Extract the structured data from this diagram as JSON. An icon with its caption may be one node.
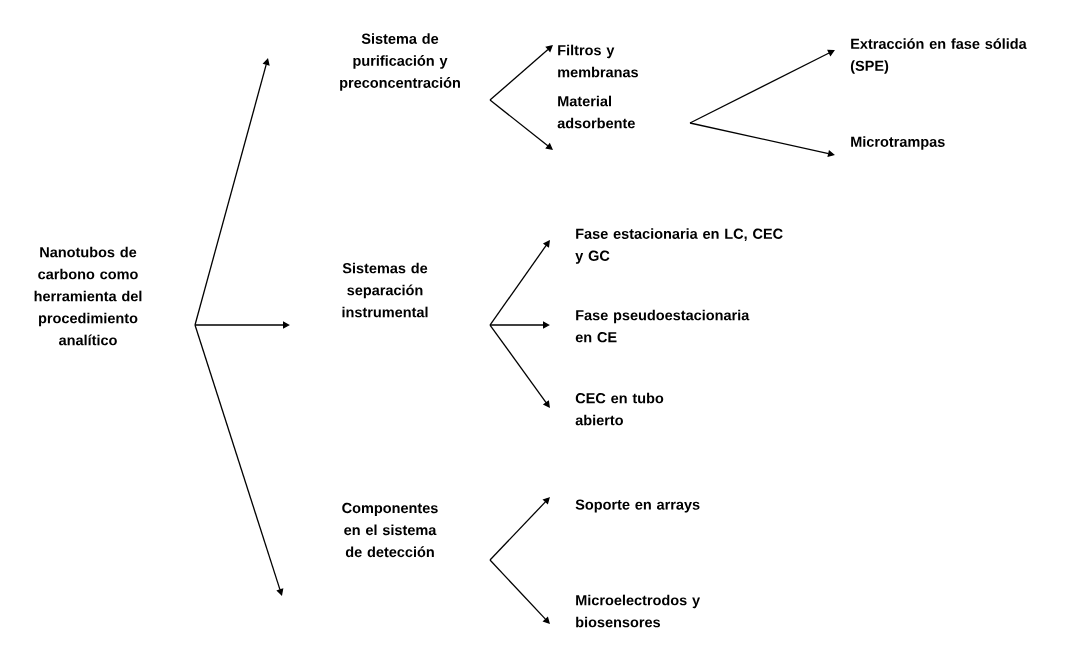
{
  "diagram": {
    "nodes": [
      {
        "text": [
          "Nanotubos de carbono como herramienta del procedimiento analítico"
        ]
      },
      {
        "text": [
          "Sistema de purificación y preconcentración"
        ]
      },
      {
        "text": [
          "Filtros y membranas"
        ]
      },
      {
        "text": [
          "Material adsorbente"
        ]
      },
      {
        "text": [
          "Extracción en fase sólida (SPE)"
        ]
      },
      {
        "text": [
          "Microtrampas"
        ]
      },
      {
        "text": [
          "Sistemas de separación instrumental"
        ]
      },
      {
        "text": [
          "Fase estacionaria en LC, CEC y GC"
        ]
      },
      {
        "text": [
          "Fase pseudoestacionaria en CE"
        ]
      },
      {
        "text": [
          "CEC en tubo abierto"
        ]
      },
      {
        "text": [
          "Componentes en el sistema de detección"
        ]
      },
      {
        "text": [
          "Soporte en arrays"
        ]
      },
      {
        "text": [
          "Microelectrodos y biosensores"
        ]
      }
    ],
    "edges": [
      {
        "from": 0,
        "to": 1,
        "arrow": "to"
      },
      {
        "from": 0,
        "to": 6,
        "arrow": "to"
      },
      {
        "from": 0,
        "to": 10,
        "arrow": "to"
      },
      {
        "from": 1,
        "to": 2,
        "arrow": "to"
      },
      {
        "from": 1,
        "to": 3,
        "arrow": "to"
      },
      {
        "from": 3,
        "to": 4,
        "arrow": "to"
      },
      {
        "from": 3,
        "to": 5,
        "arrow": "to"
      },
      {
        "from": 6,
        "to": 7,
        "arrow": "to"
      },
      {
        "from": 6,
        "to": 8,
        "arrow": "to"
      },
      {
        "from": 6,
        "to": 9,
        "arrow": "to"
      },
      {
        "from": 10,
        "to": 11,
        "arrow": "to"
      },
      {
        "from": 10,
        "to": 12,
        "arrow": "to"
      }
    ]
  }
}
